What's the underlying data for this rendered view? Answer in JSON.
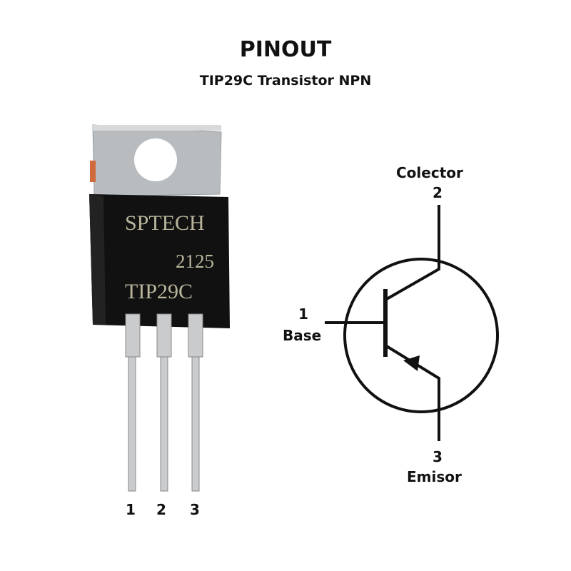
{
  "title": "PINOUT",
  "subtitle": "TIP29C Transistor NPN",
  "package": {
    "brand": "SPTECH",
    "date_code": "2125",
    "part": "TIP29C",
    "pins": [
      "1",
      "2",
      "3"
    ]
  },
  "symbol": {
    "collector": {
      "label": "Colector",
      "pin": "2"
    },
    "base": {
      "label": "Base",
      "pin": "1"
    },
    "emitter": {
      "label": "Emisor",
      "pin": "3"
    }
  }
}
